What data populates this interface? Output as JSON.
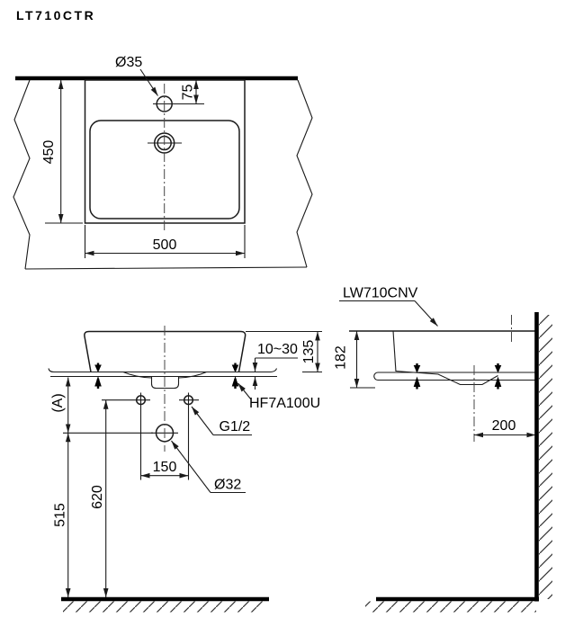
{
  "title": "LT710CTR",
  "top_view": {
    "faucet_hole_dia": "Ø35",
    "faucet_hole_offset": "75",
    "basin_depth": "450",
    "basin_width": "500"
  },
  "front_view": {
    "counter_thickness": "10~30",
    "height_above_counter": "135",
    "fixing_kit": "HF7A100U",
    "supply_thread": "G1/2",
    "drain_dia": "Ø32",
    "supply_spacing": "150",
    "variable_dim": "(A)",
    "drain_height": "515",
    "supply_height": "620"
  },
  "side_view": {
    "bowl_model": "LW710CNV",
    "total_height": "182",
    "drain_to_wall": "200"
  },
  "colors": {
    "line": "#1a1a1a",
    "text": "#000000"
  }
}
